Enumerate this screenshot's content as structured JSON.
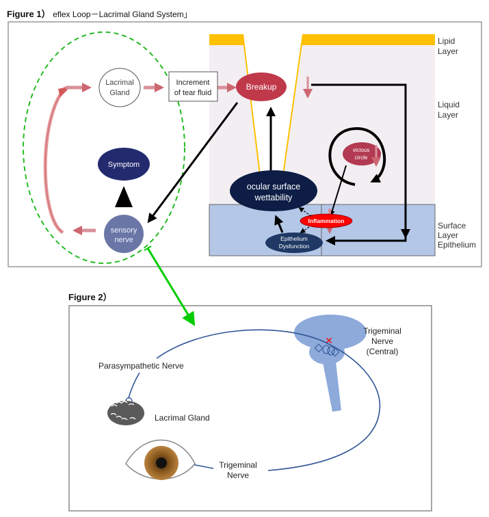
{
  "figure1": {
    "title_bold": "Figure 1）",
    "title_rest": "eflex Loop－Lacrimal Gland System」",
    "nodes": {
      "lacrimal_gland": [
        "Lacrimal",
        "Gland"
      ],
      "increment": [
        "Increment",
        "of tear fluid"
      ],
      "breakup": "Breakup",
      "symptom": "Symptom",
      "sensory_nerve": [
        "sensory",
        "nerve"
      ],
      "ocular_surface": [
        "ocular surface",
        "wettability"
      ],
      "vicious_circle": [
        "vicious",
        "circle"
      ],
      "inflammation": "Inflammation",
      "epithelium": [
        "Epithelium",
        "Dysfunction"
      ]
    },
    "layers": {
      "lipid": [
        "Lipid",
        "Layer"
      ],
      "liquid": [
        "Liquid",
        "Layer"
      ],
      "surface": [
        "Surface",
        "Layer",
        "Epithelium"
      ]
    },
    "colors": {
      "lipid": "#ffc000",
      "liquid_bg": "#f2eef2",
      "surface_bg": "#b4c7e7",
      "breakup": "#c0394b",
      "dark_navy": "#0d1d45",
      "symptom": "#232a6e",
      "sensory": "#6a77a6",
      "inflammation": "#ff0000",
      "vicious": "#b23a52",
      "epithelium": "#1f3864",
      "red_arrow": "#cc6670",
      "green": "#00b300"
    }
  },
  "figure2": {
    "title": "Figure 2）",
    "labels": {
      "parasympathetic": "Parasympathetic Nerve",
      "lacrimal_gland": "Lacrimal Gland",
      "trigeminal": [
        "Trigeminal",
        "Nerve"
      ],
      "trigeminal_central": [
        "Trigeminal",
        "Nerve",
        "(Central)"
      ]
    },
    "colors": {
      "nerve": "#2f5597",
      "brain": "#8eaadb",
      "mark": "#ff0000",
      "iris": "#8b5a1e",
      "gland": "#5a5a5a"
    }
  }
}
